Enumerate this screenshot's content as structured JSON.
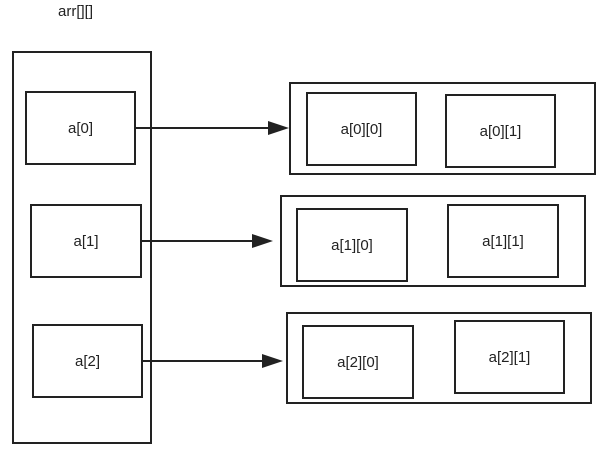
{
  "title": "arr[][]",
  "outer": {
    "items": [
      {
        "label": "a[0]"
      },
      {
        "label": "a[1]"
      },
      {
        "label": "a[2]"
      }
    ]
  },
  "rows": [
    {
      "cells": [
        {
          "label": "a[0][0]"
        },
        {
          "label": "a[0][1]"
        }
      ]
    },
    {
      "cells": [
        {
          "label": "a[1][0]"
        },
        {
          "label": "a[1][1]"
        }
      ]
    },
    {
      "cells": [
        {
          "label": "a[2][0]"
        },
        {
          "label": "a[2][1]"
        }
      ]
    }
  ]
}
